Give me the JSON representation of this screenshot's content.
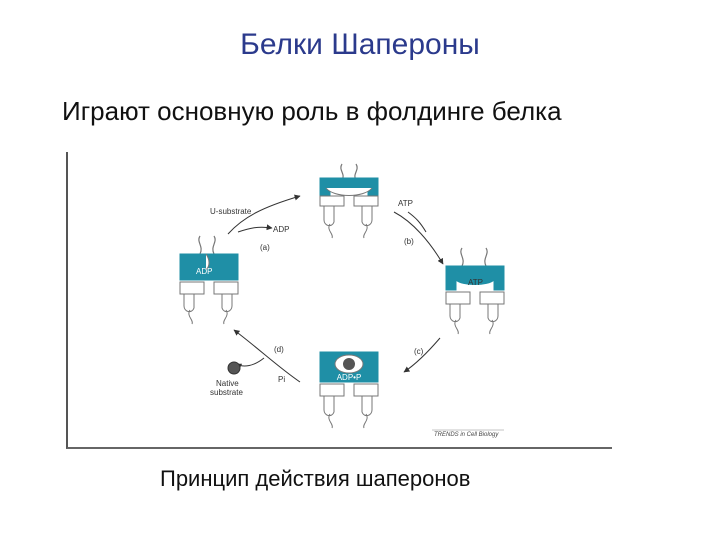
{
  "slide": {
    "title": "Белки Шапероны",
    "subtitle": "Играют основную роль в фолдинге белка",
    "caption": "Принцип действия шаперонов"
  },
  "diagram": {
    "colors": {
      "teal": "#1f8fa6",
      "outline": "#7a7a7a",
      "ball": "#555555"
    },
    "labels": {
      "unfolded_substrate": "U-substrate",
      "adp_top": "ADP",
      "step_a": "(a)",
      "atp_right": "ATP",
      "step_b": "(b)",
      "step_c": "(c)",
      "step_d": "(d)",
      "native_substrate_line1": "Native",
      "native_substrate_line2": "substrate",
      "pi": "Pi",
      "state_top": "",
      "state_left": "ADP",
      "state_right": "ATP",
      "state_bottom": "ADP•P",
      "credit": "TRENDS in Cell Biology"
    }
  }
}
